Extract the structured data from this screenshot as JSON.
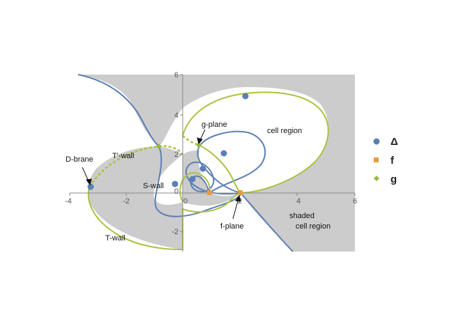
{
  "axis": {
    "x_ticks": [
      "-4",
      "-2",
      "0",
      "2",
      "4",
      "6"
    ],
    "y_ticks": [
      "-2",
      "0",
      "2",
      "4",
      "6"
    ]
  },
  "annotations": {
    "d_brane": "D-brane",
    "t_prime_wall": "T'-wall",
    "s_wall": "S-wall",
    "t_wall": "T-wall",
    "g_plane": "g-plane",
    "f_plane": "f-plane",
    "cell_region": "cell region",
    "shaded_cell_region_1": "shaded",
    "shaded_cell_region_2": "cell region"
  },
  "legend": [
    {
      "symbol": "circle",
      "label": "Δ",
      "color": "#5b7fb4"
    },
    {
      "symbol": "square",
      "label": "f",
      "color": "#ec9a3c"
    },
    {
      "symbol": "diamond",
      "label": "g",
      "color": "#97b93a"
    }
  ],
  "colors": {
    "shade": "#cccccc",
    "delta_curve": "#5b7fb4",
    "g_curve": "#a9c23f",
    "f_point": "#ec9a3c",
    "delta_point": "#5b7fb4"
  }
}
